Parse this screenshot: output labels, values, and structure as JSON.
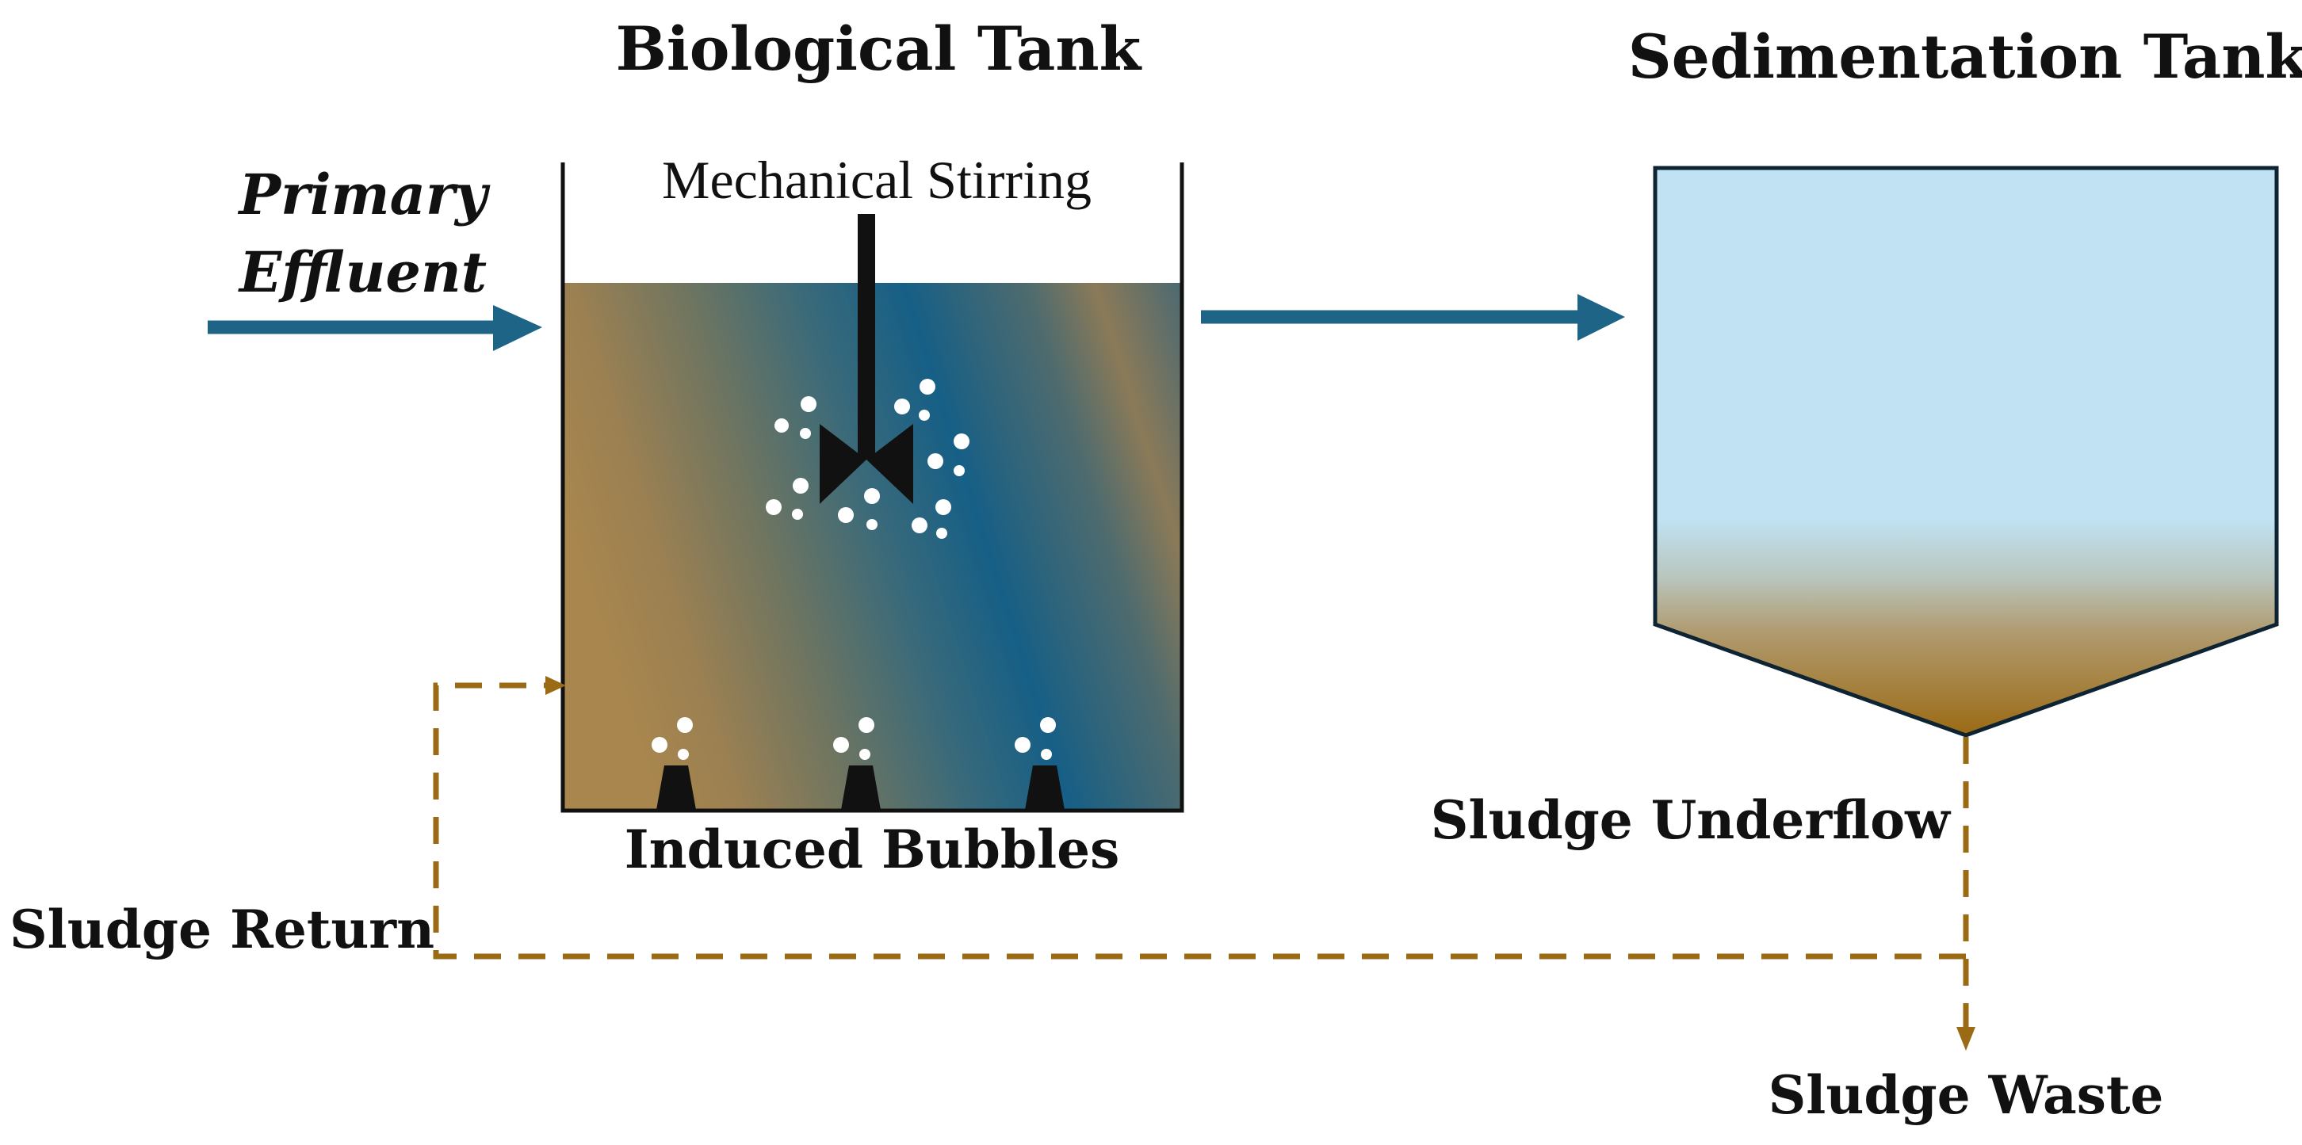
{
  "labels": {
    "biological_tank": "Biological Tank",
    "sedimentation_tank": "Sedimentation Tank",
    "mechanical_stirring": "Mechanical Stirring",
    "primary_effluent_line1": "Primary",
    "primary_effluent_line2": "Effluent",
    "induced_bubbles": "Induced Bubbles",
    "sludge_underflow": "Sludge Underflow",
    "sludge_return": "Sludge Return",
    "sludge_waste": "Sludge Waste"
  },
  "colors": {
    "flow_arrow": "#1e6487",
    "sludge_line": "#9a6a14",
    "clear_water": "#c0e2f2",
    "sludge": "#9b6a14",
    "mixed_brown": "#a8864e",
    "mixed_blue": "#155f86",
    "outline": "#111111"
  }
}
